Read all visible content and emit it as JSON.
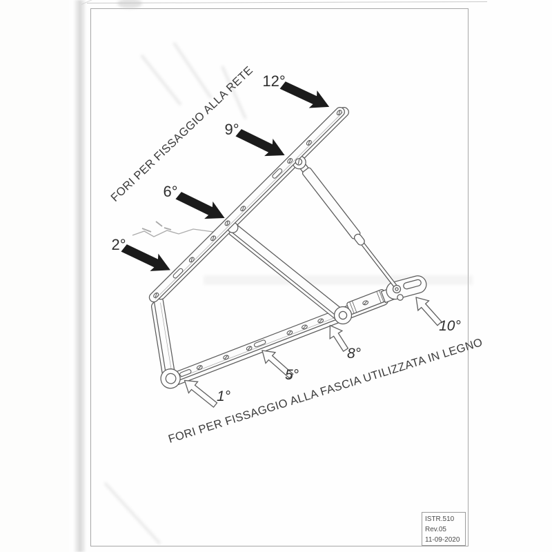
{
  "scan": {
    "paper_color": "#fefefe",
    "ink_color": "#5a5a5a",
    "frame_color": "#a6a6a6",
    "arrow_solid_color": "#1b1b1b",
    "arrow_outline_fill": "#fdfdfd"
  },
  "diagram": {
    "caption_rete": "FORI PER FISSAGGIO ALLA RETE",
    "caption_fascia": "FORI PER FISSAGGIO ALLA FASCIA UTILIZZATA IN LEGNO",
    "angle_callouts_black": [
      {
        "label": "2°"
      },
      {
        "label": "6°"
      },
      {
        "label": "9°"
      },
      {
        "label": "12°"
      }
    ],
    "angle_callouts_outline": [
      {
        "label": "1°"
      },
      {
        "label": "5°"
      },
      {
        "label": "8°"
      },
      {
        "label": "10°"
      }
    ],
    "revision_box": {
      "doc_code": "ISTR.510",
      "revision": "Rev.05",
      "date": "11-09-2020"
    }
  }
}
